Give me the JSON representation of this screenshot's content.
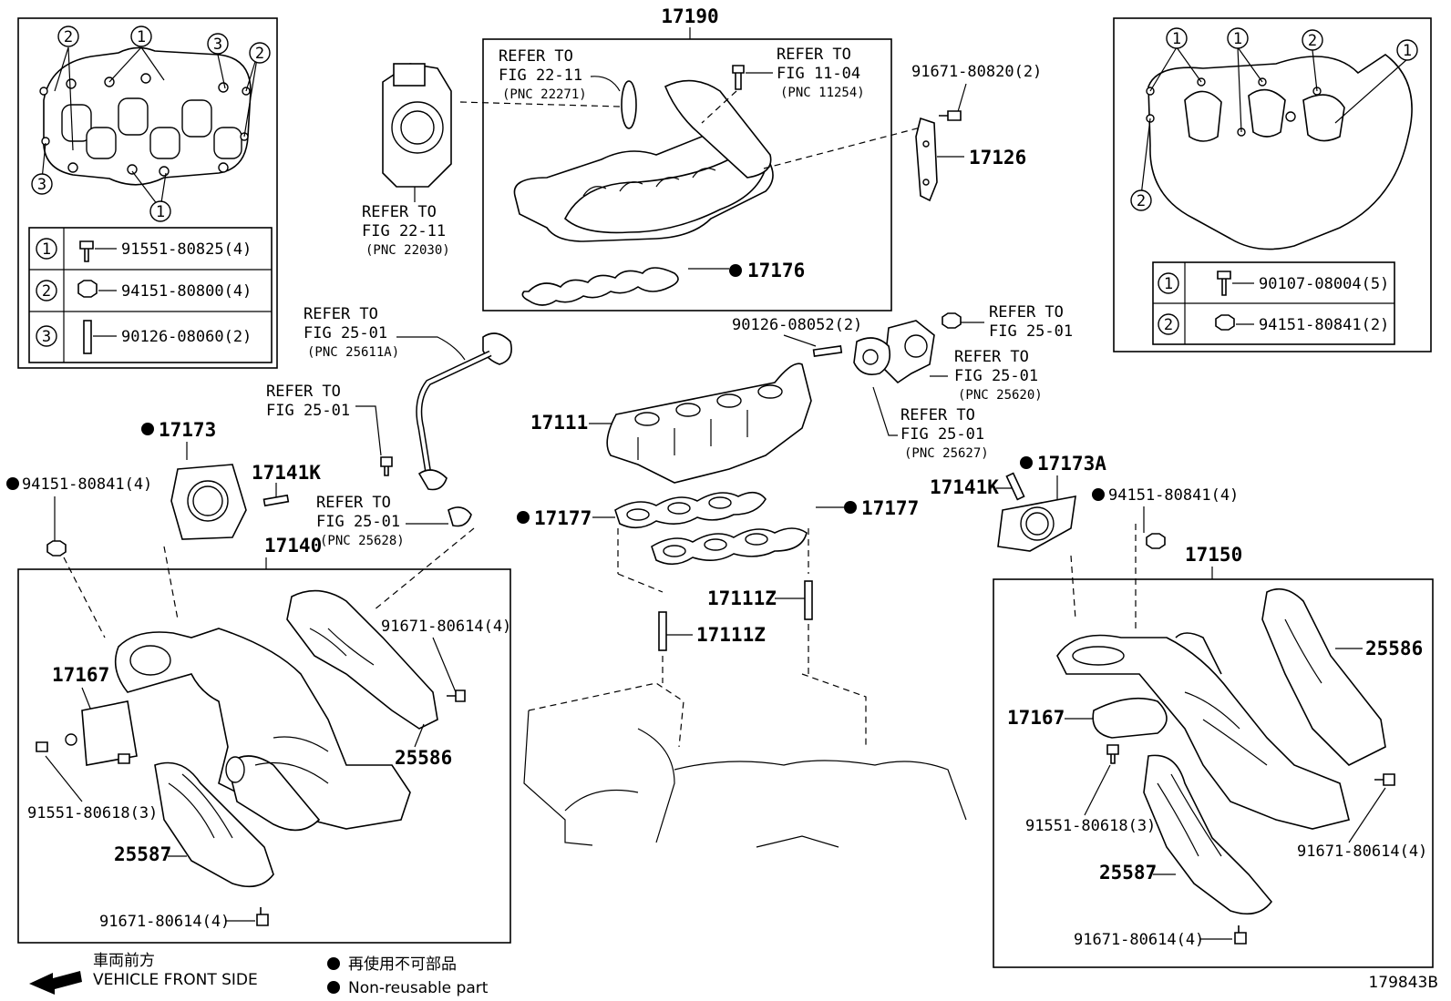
{
  "title": "17190",
  "diagram_id": "179843B",
  "refer": {
    "r1": [
      "REFER TO",
      "FIG 22-11",
      "(PNC 22271)"
    ],
    "r2": [
      "REFER TO",
      "FIG 11-04",
      "(PNC 11254)"
    ],
    "r3": [
      "REFER TO",
      "FIG 22-11",
      "(PNC 22030)"
    ],
    "r4": [
      "REFER TO",
      "FIG 25-01",
      "(PNC 25611A)"
    ],
    "r5": [
      "REFER TO",
      "FIG 25-01"
    ],
    "r6": [
      "REFER TO",
      "FIG 25-01",
      "(PNC 25628)"
    ],
    "r7": [
      "REFER TO",
      "FIG 25-01"
    ],
    "r8": [
      "REFER TO",
      "FIG 25-01",
      "(PNC 25620)"
    ],
    "r9": [
      "REFER TO",
      "FIG 25-01",
      "(PNC 25627)"
    ]
  },
  "parts": {
    "p91671_80820": "91671-80820(2)",
    "p17126": "17126",
    "p17176": "17176",
    "p90126_08052": "90126-08052(2)",
    "p17111": "17111",
    "p17173": "17173",
    "p17173A": "17173A",
    "p17141K_l": "17141K",
    "p17141K_r": "17141K",
    "p94151_l": "94151-80841(4)",
    "p94151_r": "94151-80841(4)",
    "p17177_l": "17177",
    "p17177_r": "17177",
    "p17111Z_a": "17111Z",
    "p17111Z_b": "17111Z",
    "p17140": "17140",
    "p17150": "17150",
    "p91671_l_top": "91671-80614(4)",
    "p25586_l": "25586",
    "p17167_l": "17167",
    "p91551_l": "91551-80618(3)",
    "p25587_l": "25587",
    "p91671_l_bot": "91671-80614(4)",
    "p25586_r": "25586",
    "p17167_r": "17167",
    "p91551_r": "91551-80618(3)",
    "p91671_r_mid": "91671-80614(4)",
    "p25587_r": "25587",
    "p91671_r_bot": "91671-80614(4)"
  },
  "table_left": [
    {
      "num": "1",
      "part": "91551-80825(4)"
    },
    {
      "num": "2",
      "part": "94151-80800(4)"
    },
    {
      "num": "3",
      "part": "90126-08060(2)"
    }
  ],
  "table_right": [
    {
      "num": "1",
      "part": "90107-08004(5)"
    },
    {
      "num": "2",
      "part": "94151-80841(2)"
    }
  ],
  "inset_left_callouts": [
    "2",
    "1",
    "3",
    "2",
    "3",
    "1"
  ],
  "inset_right_callouts": [
    "1",
    "1",
    "2",
    "1",
    "2"
  ],
  "legend": {
    "direction_jp": "車両前方",
    "direction_en": "VEHICLE FRONT SIDE",
    "nonreuse_jp": "再使用不可部品",
    "nonreuse_en": "Non-reusable part"
  },
  "colors": {
    "line": "#000000",
    "background": "#ffffff"
  }
}
